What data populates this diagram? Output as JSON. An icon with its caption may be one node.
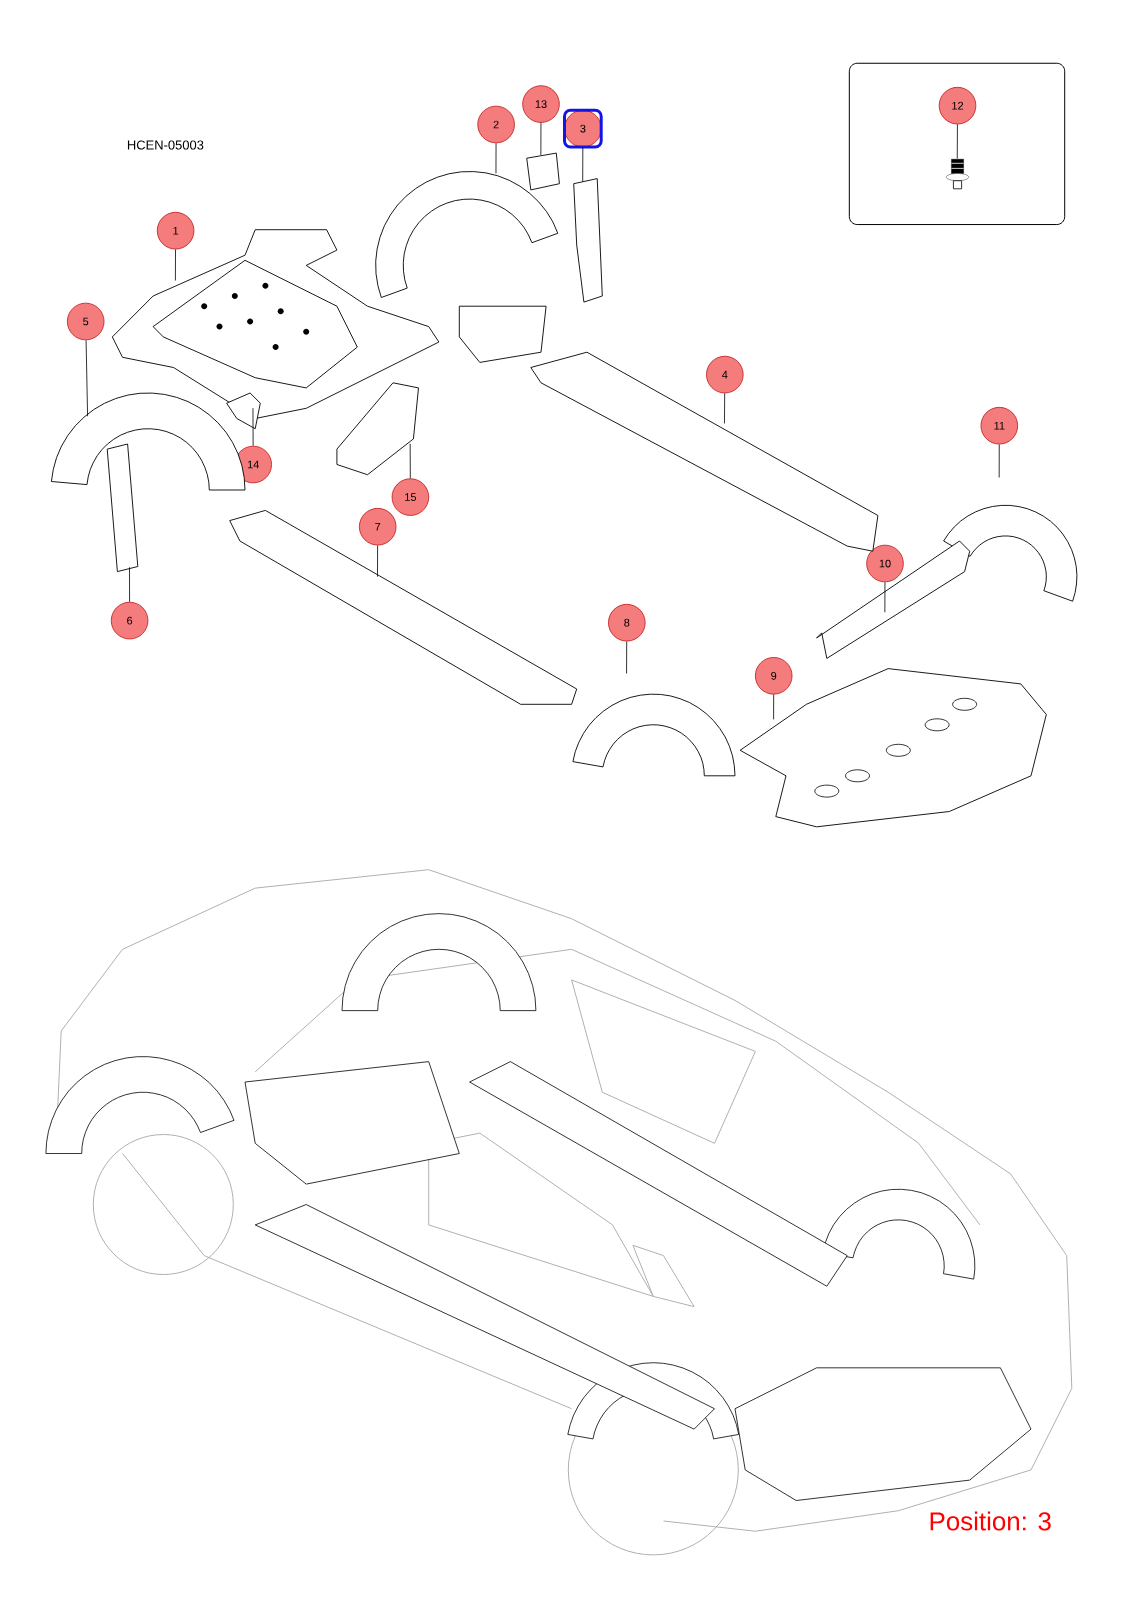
{
  "diagram": {
    "nodes": [
      {
        "text": [],
        "shape": "box"
      },
      {
        "text": [
          "12"
        ],
        "in": 0
      },
      {
        "text": [
          "13"
        ]
      },
      {
        "text": [
          "3"
        ]
      },
      {
        "text": [
          "2"
        ]
      },
      {
        "text": [
          "1"
        ]
      },
      {
        "text": [
          "5"
        ]
      },
      {
        "text": [
          "4"
        ]
      },
      {
        "text": [
          "11"
        ]
      },
      {
        "text": [
          "14"
        ]
      },
      {
        "text": [
          "15"
        ]
      },
      {
        "text": [
          "7"
        ]
      },
      {
        "text": [
          "10"
        ]
      },
      {
        "text": [
          "6"
        ]
      },
      {
        "text": [
          "8"
        ]
      },
      {
        "text": [
          "9"
        ]
      },
      {
        "text": [],
        "shape": "picture"
      },
      {
        "text": [],
        "shape": "picture",
        "in": 0
      },
      {
        "text": [],
        "shape": "picture"
      },
      {
        "text": [],
        "shape": "picture"
      },
      {
        "text": [],
        "shape": "picture"
      },
      {
        "text": [],
        "shape": "picture"
      },
      {
        "text": [],
        "shape": "picture"
      },
      {
        "text": [],
        "shape": "picture"
      },
      {
        "text": [],
        "shape": "picture"
      },
      {
        "text": [],
        "shape": "picture"
      },
      {
        "text": [],
        "shape": "picture"
      },
      {
        "text": [],
        "shape": "picture"
      },
      {
        "text": [],
        "shape": "picture"
      },
      {
        "text": [],
        "shape": "picture"
      },
      {
        "text": [],
        "shape": "picture"
      }
    ],
    "edges": [
      {
        "from": 1,
        "to": 17,
        "arrow": "none"
      },
      {
        "from": 2,
        "to": 16,
        "arrow": "none"
      },
      {
        "from": 3,
        "to": 19,
        "arrow": "none"
      },
      {
        "from": 4,
        "to": 18,
        "arrow": "none"
      },
      {
        "from": 5,
        "to": 20,
        "arrow": "none"
      },
      {
        "from": 6,
        "to": 23,
        "arrow": "none"
      },
      {
        "from": 7,
        "to": 21,
        "arrow": "none"
      },
      {
        "from": 8,
        "to": 26,
        "arrow": "none"
      },
      {
        "from": 9,
        "to": 24,
        "arrow": "none"
      },
      {
        "from": 10,
        "to": 22,
        "arrow": "none"
      },
      {
        "from": 11,
        "to": 27,
        "arrow": "none"
      },
      {
        "from": 12,
        "to": 28,
        "arrow": "none"
      },
      {
        "from": 13,
        "to": 25,
        "arrow": "none"
      },
      {
        "from": 14,
        "to": 29,
        "arrow": "none"
      },
      {
        "from": 15,
        "to": 30,
        "arrow": "none"
      }
    ],
    "labels": [
      "HCEN-05003",
      "Position: 3"
    ]
  }
}
